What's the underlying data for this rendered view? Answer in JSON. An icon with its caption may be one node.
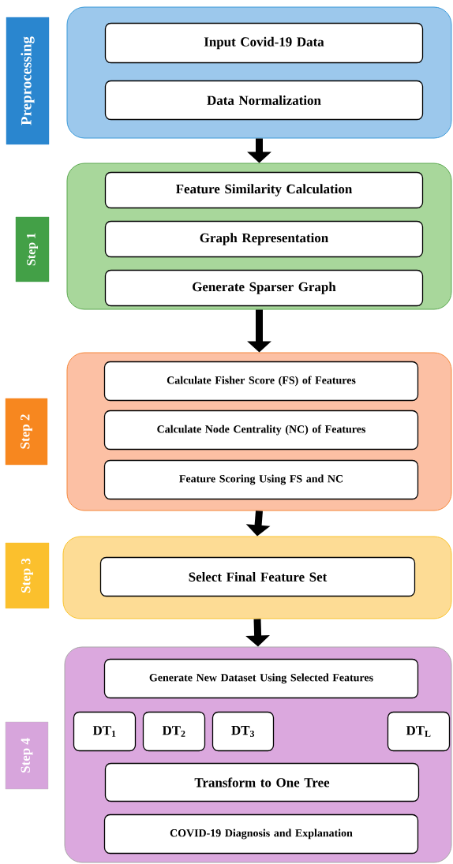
{
  "diagram": {
    "nodes": [
      {
        "text": [
          "Preprocessing"
        ]
      },
      {
        "text": [],
        "shape": "box"
      },
      {
        "text": [
          "Input Covid-19 Data"
        ],
        "in": 1
      },
      {
        "text": [
          "Data Normalization"
        ],
        "in": 1
      },
      {
        "text": [
          "Step 1"
        ]
      },
      {
        "text": [],
        "shape": "box"
      },
      {
        "text": [
          "Feature Similarity Calculation"
        ],
        "in": 5
      },
      {
        "text": [
          "Graph Representation"
        ],
        "in": 5
      },
      {
        "text": [
          "Generate Sparser Graph"
        ],
        "in": 5
      },
      {
        "text": [
          "Step 2"
        ]
      },
      {
        "text": [],
        "shape": "box"
      },
      {
        "text": [
          "Calculate Fisher Score (FS) of Features"
        ],
        "in": 10
      },
      {
        "text": [
          "Calculate Node Centrality (NC) of Features"
        ],
        "in": 10
      },
      {
        "text": [
          "Feature Scoring Using FS and NC"
        ],
        "in": 10
      },
      {
        "text": [
          "Step 3"
        ]
      },
      {
        "text": [],
        "shape": "box"
      },
      {
        "text": [
          "Select Final Feature Set"
        ],
        "in": 15
      },
      {
        "text": [
          "Step 4"
        ]
      },
      {
        "text": [],
        "shape": "box"
      },
      {
        "text": [
          "Generate New Dataset Using Selected Features"
        ],
        "in": 18
      },
      {
        "text": [
          "DT$_{1}$"
        ],
        "in": 18
      },
      {
        "text": [
          "DT$_{2}$"
        ],
        "in": 18
      },
      {
        "text": [
          "DT$_{3}$"
        ],
        "in": 18
      },
      {
        "text": [
          "DT$_{L}$"
        ],
        "in": 18
      },
      {
        "text": [
          "Transform to One Tree"
        ],
        "in": 18
      },
      {
        "text": [
          "COVID-19 Diagnosis and Explanation"
        ],
        "in": 18
      }
    ],
    "edges": [
      {
        "from": 1,
        "to": 5,
        "arrow": "to"
      },
      {
        "from": 5,
        "to": 10,
        "arrow": "to"
      },
      {
        "from": 10,
        "to": 15,
        "arrow": "to"
      },
      {
        "from": 15,
        "to": 18,
        "arrow": "to"
      }
    ]
  }
}
